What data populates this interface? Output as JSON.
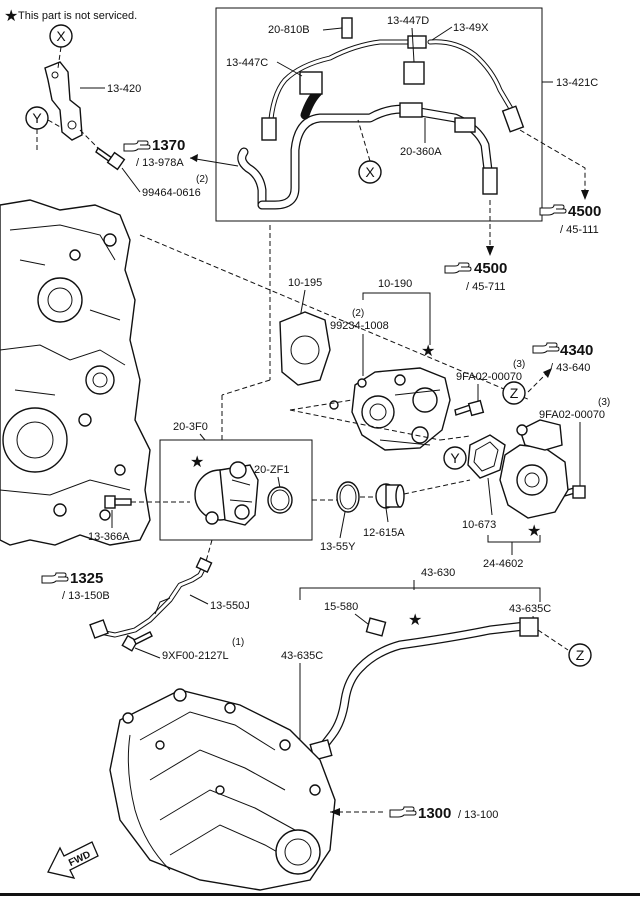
{
  "legend": {
    "star": "★",
    "text": "This part is not serviced."
  },
  "callouts": {
    "x": "X",
    "y": "Y",
    "z": "Z"
  },
  "parts": {
    "p13_420": "13-420",
    "p20_810b": "20-810B",
    "p13_447d": "13-447D",
    "p13_49x": "13-49X",
    "p13_447c": "13-447C",
    "p13_421c": "13-421C",
    "p20_360a": "20-360A",
    "p99464": "99464-0616",
    "p99464_qty": "(2)",
    "p10_195": "10-195",
    "p10_190": "10-190",
    "p99234": "99234-1008",
    "p99234_qty": "(2)",
    "p9fa02_a": "9FA02-00070",
    "p9fa02_a_qty": "(3)",
    "p9fa02_b": "9FA02-00070",
    "p9fa02_b_qty": "(3)",
    "p20_3f0": "20-3F0",
    "p20_zf1": "20-ZF1",
    "p13_366a": "13-366A",
    "p13_55y": "13-55Y",
    "p12_615a": "12-615A",
    "p10_673": "10-673",
    "p24_4602": "24-4602",
    "p43_630": "43-630",
    "p15_580": "15-580",
    "p43_635c_a": "43-635C",
    "p43_635c_b": "43-635C",
    "p13_550j": "13-550J",
    "p9xf00": "9XF00-2127L",
    "p9xf00_qty": "(1)"
  },
  "refs": {
    "r1370": {
      "num": "1370",
      "sub": "/ 13-978A"
    },
    "r4500a": {
      "num": "4500",
      "sub": "/ 45-111"
    },
    "r4500b": {
      "num": "4500",
      "sub": "/ 45-711"
    },
    "r4340": {
      "num": "4340",
      "sub": "/ 43-640"
    },
    "r1325": {
      "num": "1325",
      "sub": "/ 13-150B"
    },
    "r1300": {
      "num": "1300",
      "sub": "/ 13-100"
    }
  },
  "fwd": "FWD"
}
